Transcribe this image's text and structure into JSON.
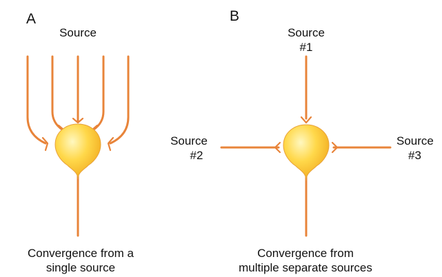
{
  "panel_a": {
    "letter": "A",
    "source_label": "Source",
    "caption_line1": "Convergence from a",
    "caption_line2": "single source"
  },
  "panel_b": {
    "letter": "B",
    "source1_line1": "Source",
    "source1_line2": "#1",
    "source2_line1": "Source",
    "source2_line2": "#2",
    "source3_line1": "Source",
    "source3_line2": "#3",
    "caption_line1": "Convergence from",
    "caption_line2": "multiple separate sources"
  },
  "colors": {
    "axon": "#e8843a",
    "cell_light": "#fff7b0",
    "cell_mid": "#ffd23a",
    "cell_dark": "#f0a818",
    "text": "#111111"
  }
}
